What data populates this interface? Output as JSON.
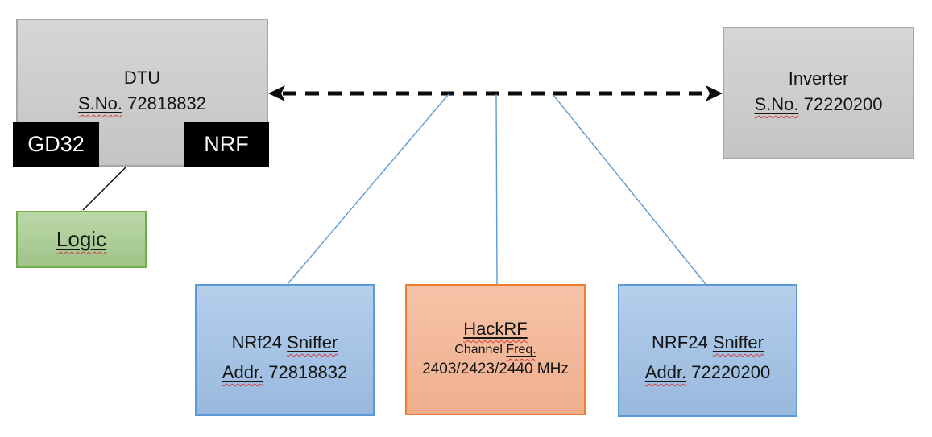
{
  "colors": {
    "gray-fill": "#D1D1D1",
    "gray-border": "#A6A6A6",
    "blue-fill": "#A9C7E9",
    "blue-border": "#5B9BD5",
    "orange-fill": "#F6BB9D",
    "orange-border": "#ED7D31",
    "green-fill": "#AFD29A",
    "green-border": "#70AD47",
    "black-fill": "#000000",
    "connector-blue": "#5B9BD5",
    "arrow-black": "#0B0B0B",
    "squiggle-red": "#D03C3C"
  },
  "diagram": {
    "dtu": {
      "title": "DTU",
      "serial_label": "S.No.",
      "serial_value": "72818832"
    },
    "gd32": {
      "label": "GD32"
    },
    "nrf": {
      "label": "NRF"
    },
    "logic": {
      "label": "Logic"
    },
    "inverter": {
      "title": "Inverter",
      "serial_label": "S.No.",
      "serial_value": "72220200"
    },
    "sniffer_left": {
      "name": "NRf24",
      "type_word": "Sniffer",
      "addr_label": "Addr.",
      "addr_value": "72818832"
    },
    "hackrf": {
      "title": "HackRF",
      "line2_word1": "Channel",
      "line2_word2": "Freq.",
      "line3": "2403/2423/2440 MHz"
    },
    "sniffer_right": {
      "name": "NRF24",
      "type_word": "Sniffer",
      "addr_label": "Addr.",
      "addr_value": "72220200"
    }
  }
}
